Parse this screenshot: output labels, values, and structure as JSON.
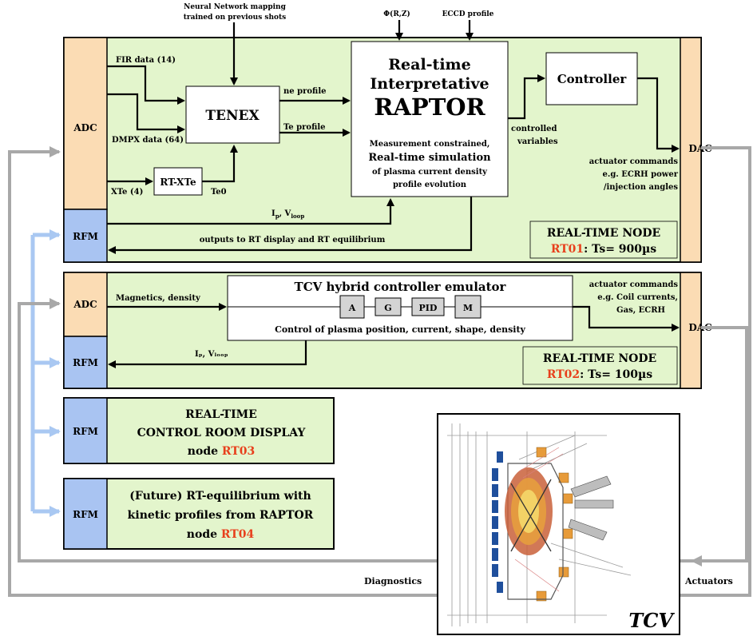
{
  "colors": {
    "green": "#e3f5cc",
    "orange": "#fbdcb4",
    "blue": "#a9c4f2",
    "gray_arrow": "#a8a8a8",
    "light_blue_arrow": "#a9c8f2",
    "red_text": "#e8401c"
  },
  "top_inputs": {
    "nn_line1": "Neural Network mapping",
    "nn_line2": "trained  on previous shots",
    "phi": "Φ(R,Z)",
    "eccd": "ECCD profile"
  },
  "node1": {
    "adc": "ADC",
    "rfm": "RFM",
    "dac": "DAC",
    "fir": "FIR data (14)",
    "dmpx": "DMPX data (64)",
    "xte": "XTe (4)",
    "rtxte": "RT-XTe",
    "te0": "Te0",
    "tenex": "TENEX",
    "ne_profile": "ne profile",
    "te_profile": "Te profile",
    "raptor_line1": "Real-time",
    "raptor_line2": "Interpretative",
    "raptor_line3": "RAPTOR",
    "raptor_desc1": "Measurement constrained,",
    "raptor_desc2": "Real-time simulation",
    "raptor_desc3": "of plasma current density",
    "raptor_desc4": "profile evolution",
    "controlled_1": "controlled",
    "controlled_2": "variables",
    "controller": "Controller",
    "act1": "actuator commands",
    "act2": "e.g. ECRH power",
    "act3": "/injection angles",
    "ip_main": "I",
    "ip_sub": "p",
    "vloop_main": ", V",
    "vloop_sub": "loop",
    "outputs": "outputs to RT display and RT equilibrium",
    "node_label": "REAL-TIME NODE",
    "node_id": "RT01",
    "node_ts": ": Ts= 900µs"
  },
  "node2": {
    "adc": "ADC",
    "rfm": "RFM",
    "dac": "DAC",
    "magnetics": "Magnetics, density",
    "title": "TCV hybrid controller emulator",
    "blocks": [
      "A",
      "G",
      "PID",
      "M"
    ],
    "desc": "Control of plasma position, current, shape, density",
    "act1": "actuator commands",
    "act2": "e.g. Coil currents,",
    "act3": "Gas, ECRH",
    "ip": "Iₚ, Vₗₒₒₚ",
    "node_label": "REAL-TIME NODE",
    "node_id": "RT02",
    "node_ts": ": Ts= 100µs"
  },
  "node3": {
    "rfm": "RFM",
    "line1": "REAL-TIME",
    "line2": "CONTROL ROOM DISPLAY",
    "line3_prefix": "node ",
    "line3_id": "RT03"
  },
  "node4": {
    "rfm": "RFM",
    "line1": "(Future) RT-equilibrium with",
    "line2": "kinetic profiles from RAPTOR",
    "line3_prefix": "node ",
    "line3_id": "RT04"
  },
  "bottom": {
    "diagnostics": "Diagnostics",
    "actuators": "Actuators",
    "tcv": "TCV"
  }
}
